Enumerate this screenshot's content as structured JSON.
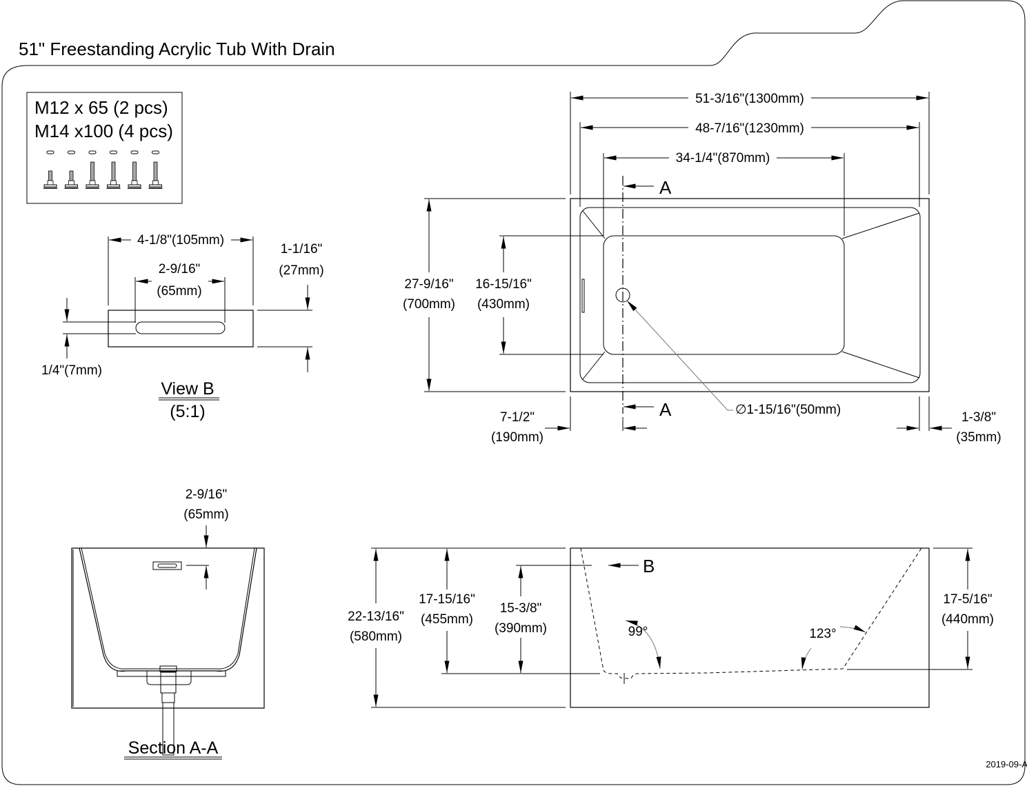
{
  "title": "51\" Freestanding Acrylic Tub With Drain",
  "revision": "2019-09-A",
  "hardware": {
    "line1": "M12 x 65 (2 pcs)",
    "line2": "M14 x100 (4 pcs)",
    "leg_count": 6
  },
  "view_b": {
    "label": "View B",
    "scale": "(5:1)",
    "dims": {
      "overall_width": "4-1/8\"(105mm)",
      "slot_width_in": "2-9/16\"",
      "slot_width_mm": "(65mm)",
      "height_in": "1-1/16\"",
      "height_mm": "(27mm)",
      "slot_height": "1/4\"(7mm)"
    }
  },
  "plan_view": {
    "dims": {
      "overall_length": "51-3/16\"(1300mm)",
      "rim_length": "48-7/16\"(1230mm)",
      "bottom_length": "34-1/4\"(870mm)",
      "overall_width_in": "27-9/16\"",
      "overall_width_mm": "(700mm)",
      "bottom_width_in": "16-15/16\"",
      "bottom_width_mm": "(430mm)",
      "drain_offset_in": "7-1/2\"",
      "drain_offset_mm": "(190mm)",
      "rim_offset_in": "1-3/8\"",
      "rim_offset_mm": "(35mm)",
      "drain_diameter": "∅1-15/16\"(50mm)"
    },
    "section_marker": "A"
  },
  "section_aa": {
    "label": "Section A-A",
    "dims": {
      "overflow_in": "2-9/16\"",
      "overflow_mm": "(65mm)"
    }
  },
  "side_view": {
    "dims": {
      "overall_height_in": "22-13/16\"",
      "overall_height_mm": "(580mm)",
      "depth_in": "17-15/16\"",
      "depth_mm": "(455mm)",
      "overflow_height_in": "15-3/8\"",
      "overflow_height_mm": "(390mm)",
      "right_depth_in": "17-5/16\"",
      "right_depth_mm": "(440mm)",
      "angle_left": "99°",
      "angle_right": "123°"
    },
    "view_marker": "B"
  }
}
